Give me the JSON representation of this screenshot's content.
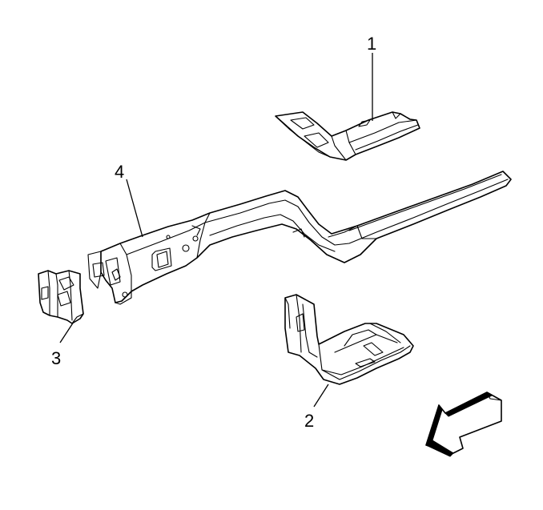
{
  "diagram": {
    "callouts": [
      {
        "id": "1",
        "label": "1"
      },
      {
        "id": "2",
        "label": "2"
      },
      {
        "id": "3",
        "label": "3"
      },
      {
        "id": "4",
        "label": "4"
      }
    ],
    "icons": {
      "direction": "front-direction-arrow-icon"
    },
    "colors": {
      "line": "#000000",
      "background": "#ffffff"
    }
  }
}
